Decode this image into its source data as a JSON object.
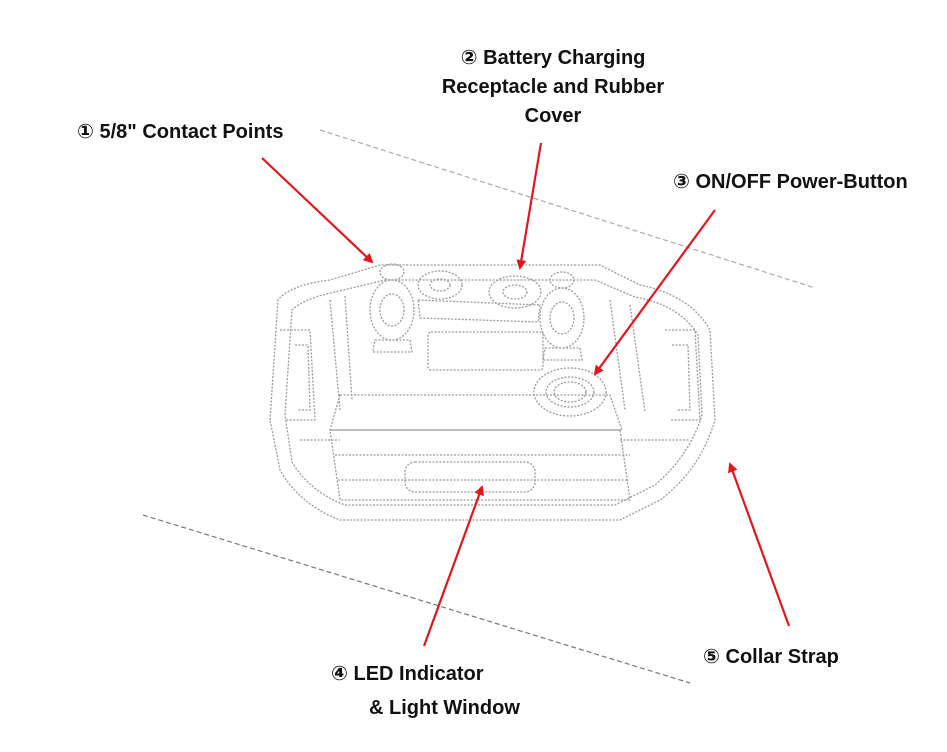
{
  "callouts": {
    "contact_points": {
      "number": "①",
      "text": "5/8\" Contact Points"
    },
    "charging": {
      "number": "②",
      "line1": "Battery Charging",
      "line2": "Receptacle and Rubber",
      "line3": "Cover"
    },
    "power_button": {
      "number": "③",
      "text": "ON/OFF Power-Button"
    },
    "led": {
      "number": "④",
      "line1": "LED Indicator",
      "line2": "& Light Window"
    },
    "strap": {
      "number": "⑤",
      "text": "Collar Strap"
    }
  },
  "colors": {
    "arrow": "#e3161b",
    "outline": "#9a9a9a",
    "text": "#111111"
  },
  "icons": {
    "device": "collar-receiver-device"
  }
}
